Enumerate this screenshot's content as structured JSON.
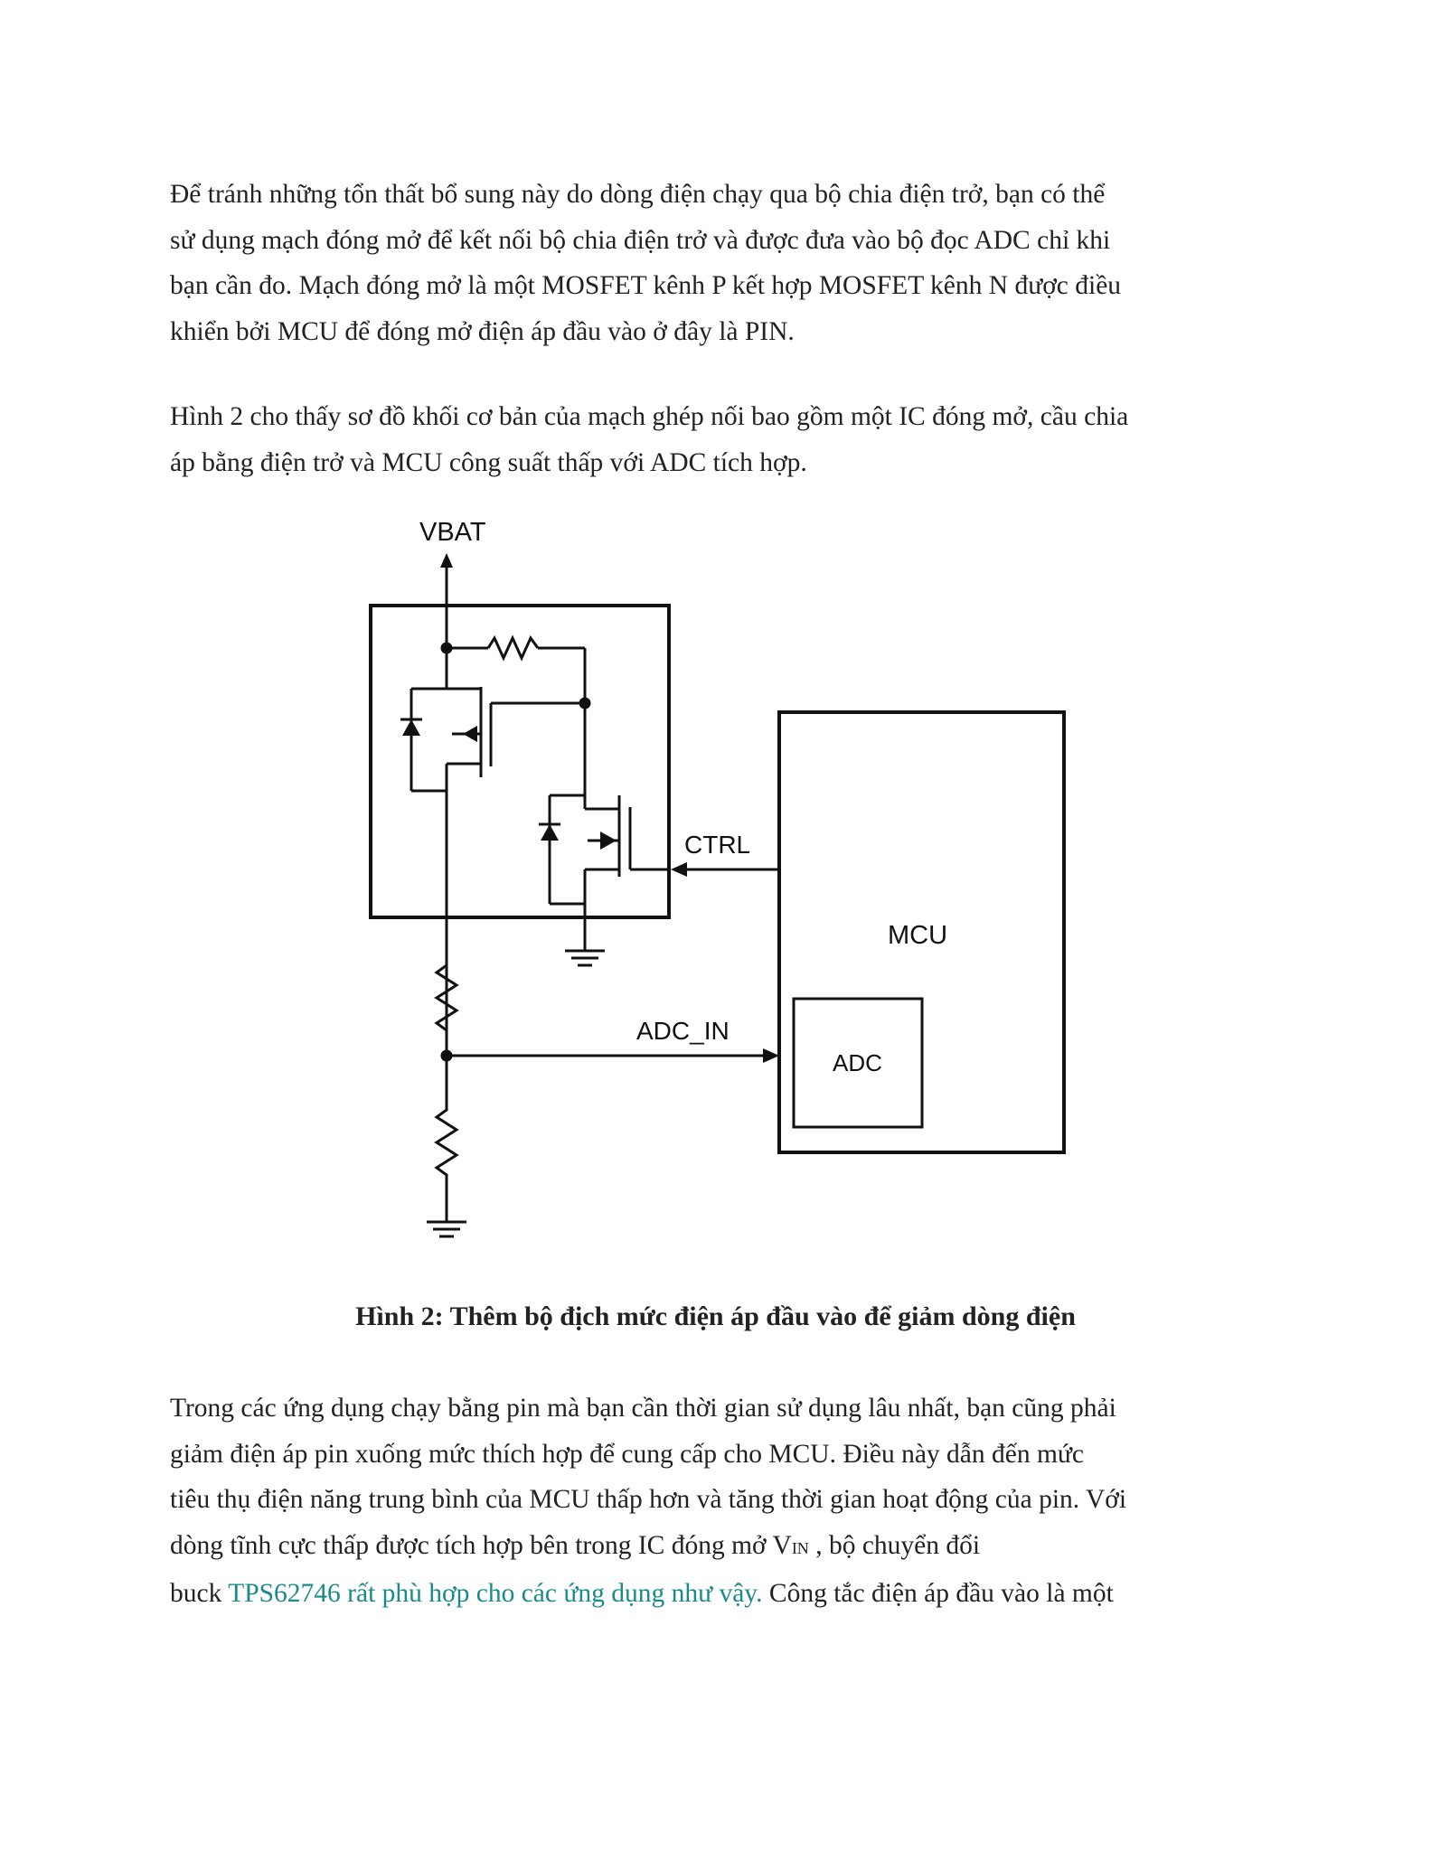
{
  "paragraphs": {
    "p1": [
      "Để tránh những tổn thất bổ sung này do dòng điện chạy qua bộ chia điện trở, bạn có thể",
      "sử dụng mạch đóng mở để kết nối bộ chia điện trở và được đưa vào bộ đọc ADC chỉ khi",
      "bạn cần đo. Mạch đóng mở là một MOSFET kênh P kết hợp MOSFET kênh N được điều",
      "khiển bởi MCU để đóng mở điện áp đầu vào ở đây là PIN."
    ],
    "p2": [
      "Hình 2 cho thấy sơ đồ khối cơ bản của mạch ghép nối bao gồm một IC đóng mở, cầu chia",
      "áp bằng điện trở và MCU công suất thấp với ADC tích hợp."
    ],
    "p3": {
      "line1": "Trong các ứng dụng chạy bằng pin mà bạn cần thời gian sử dụng lâu nhất, bạn cũng phải",
      "line2": "giảm điện áp pin xuống mức thích hợp để cung cấp cho MCU. Điều này dẫn đến mức",
      "line3": "tiêu thụ điện năng trung bình của MCU thấp hơn và tăng thời gian hoạt động của pin. Với",
      "line4_pre": "dòng tĩnh cực thấp được tích hợp bên trong IC đóng mở V",
      "line4_sub": "IN",
      "line4_post": " , bộ chuyển đổi",
      "line5_pre": "buck ",
      "line5_link": "TPS62746 rất phù hợp cho các ứng dụng như vậy.",
      "line5_post": " Công tắc điện áp đầu vào là một"
    }
  },
  "diagram": {
    "labels": {
      "vbat": "VBAT",
      "ctrl": "CTRL",
      "mcu": "MCU",
      "adc_in": "ADC_IN",
      "adc": "ADC"
    }
  },
  "caption": "Hình 2: Thêm bộ địch mức điện áp đầu vào để giảm dòng điện",
  "colors": {
    "text": "#222222",
    "link": "#1a8a8a",
    "diagram": "#111111"
  }
}
